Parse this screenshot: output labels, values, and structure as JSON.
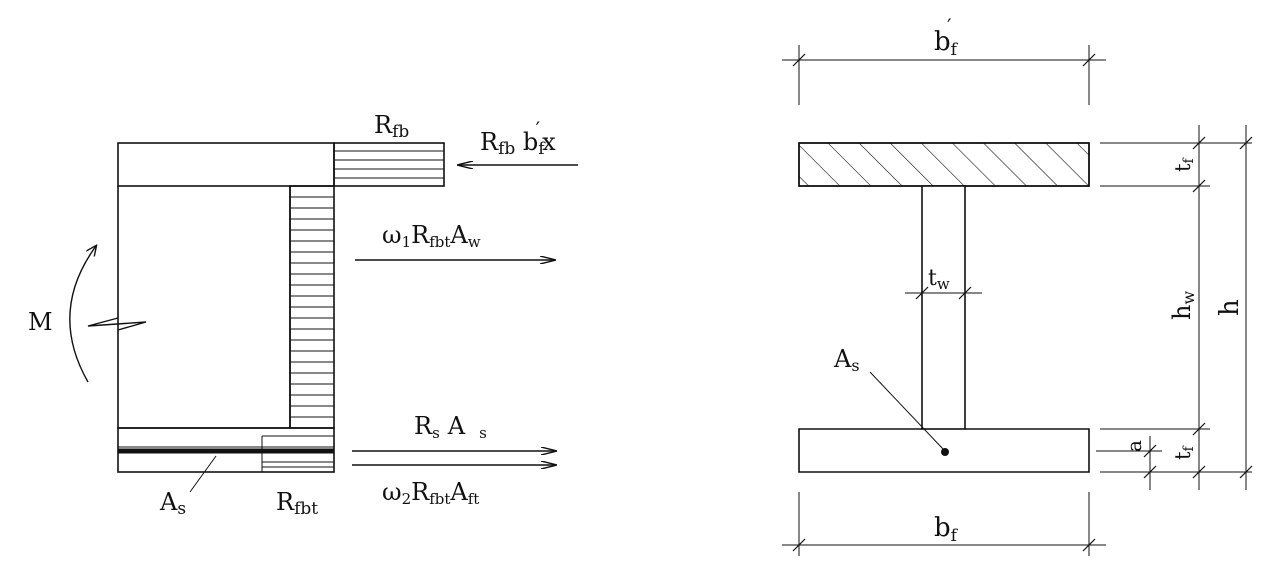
{
  "left": {
    "labels": {
      "r_fb": "R",
      "r_fb_sub": "fb",
      "force_top": "R",
      "force_top_sub1": "fb",
      "force_top_mid": " b",
      "force_top_sub2": "f",
      "force_top_prime": "′",
      "force_top_end": "x",
      "force_web": "ω",
      "force_web_sub1": "1",
      "force_web_mid": "R",
      "force_web_sub2": "fbt",
      "force_web_mid2": "A",
      "force_web_sub3": "w",
      "force_steel": "R",
      "force_steel_sub1": "s",
      "force_steel_mid": "A",
      "force_steel_sub2": "s",
      "force_bottom": "ω",
      "force_bottom_sub1": "2",
      "force_bottom_mid": "R",
      "force_bottom_sub2": "fbt",
      "force_bottom_mid2": "A",
      "force_bottom_sub3": "ft",
      "moment": "M",
      "as_label": "A",
      "as_sub": "s",
      "r_fbt": "R",
      "r_fbt_sub": "fbt"
    }
  },
  "right": {
    "labels": {
      "bf_prime": "b",
      "bf_prime_sub": "f",
      "bf_prime_mark": "′",
      "tf_top": "t",
      "tf_top_sub": "f",
      "hw": "h",
      "hw_sub": "w",
      "h": "h",
      "tw": "t",
      "tw_sub": "w",
      "as_label": "A",
      "as_sub": "s",
      "a": "a",
      "tf_bottom": "t",
      "tf_bottom_sub": "f",
      "bf": "b",
      "bf_sub": "f"
    }
  }
}
